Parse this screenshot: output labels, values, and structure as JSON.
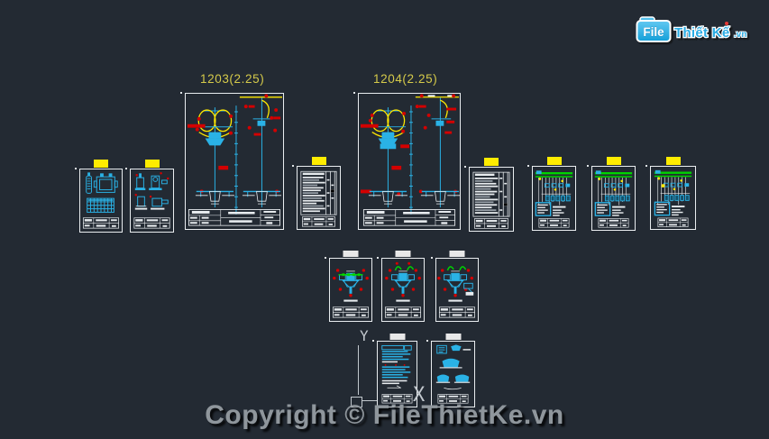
{
  "app": {
    "type": "cad-viewport",
    "background_color": "#232a33"
  },
  "pole_labels": [
    {
      "text": "1203(2.25)"
    },
    {
      "text": "1204(2.25)"
    }
  ],
  "sheets": [
    {
      "name": "detail-sheet-a",
      "tab_color": "yellow",
      "content": "equipment detail drawing with grid table"
    },
    {
      "name": "detail-sheet-b",
      "tab_color": "yellow",
      "content": "equipment detail drawings"
    },
    {
      "name": "pole-elevation-sheet-1203",
      "tab_color": null,
      "content": "pole elevation drawing, front and side views"
    },
    {
      "name": "material-table-sheet-1",
      "tab_color": "yellow",
      "content": "material schedule table"
    },
    {
      "name": "pole-elevation-sheet-1204",
      "tab_color": null,
      "content": "pole elevation drawing, front and side views"
    },
    {
      "name": "material-table-sheet-2",
      "tab_color": "yellow",
      "content": "material schedule table"
    },
    {
      "name": "wiring-diagram-sheet-1",
      "tab_color": "yellow",
      "content": "wiring schematic with green busbar"
    },
    {
      "name": "wiring-diagram-sheet-2",
      "tab_color": "yellow",
      "content": "wiring schematic with green busbar"
    },
    {
      "name": "wiring-diagram-sheet-3",
      "tab_color": "yellow",
      "content": "wiring schematic with green busbar"
    },
    {
      "name": "assembly-detail-sheet-1",
      "tab_color": "white",
      "content": "pole-top assembly detail"
    },
    {
      "name": "assembly-detail-sheet-2",
      "tab_color": "white",
      "content": "pole-top assembly detail"
    },
    {
      "name": "assembly-detail-sheet-3",
      "tab_color": "white",
      "content": "pole-top assembly detail"
    },
    {
      "name": "notes-sheet",
      "tab_color": "white",
      "content": "text notes sheet"
    },
    {
      "name": "detail-sheet-c",
      "tab_color": "white",
      "content": "fitting detail drawings"
    }
  ],
  "ucs": {
    "y_label": "Y",
    "x_label": "X"
  },
  "watermark": {
    "text": "Copyright © FileThietKe.vn",
    "color": "#8f969c"
  },
  "logo": {
    "file_text": "File",
    "brand_text": "Thiết Kế",
    "domain_text": ".vn",
    "blue": "#2aabe3",
    "accent_color": "#e53935"
  },
  "palette": {
    "sheet_border": "#e9edf0",
    "cad_cyan": "#2ab2e6",
    "cad_yellow": "#ffe900",
    "cad_green": "#00d400",
    "cad_red": "#d40000",
    "tab_yellow": "#ffec00",
    "tab_white": "#e8e8e8",
    "label_yellow": "#d5ca4a"
  }
}
